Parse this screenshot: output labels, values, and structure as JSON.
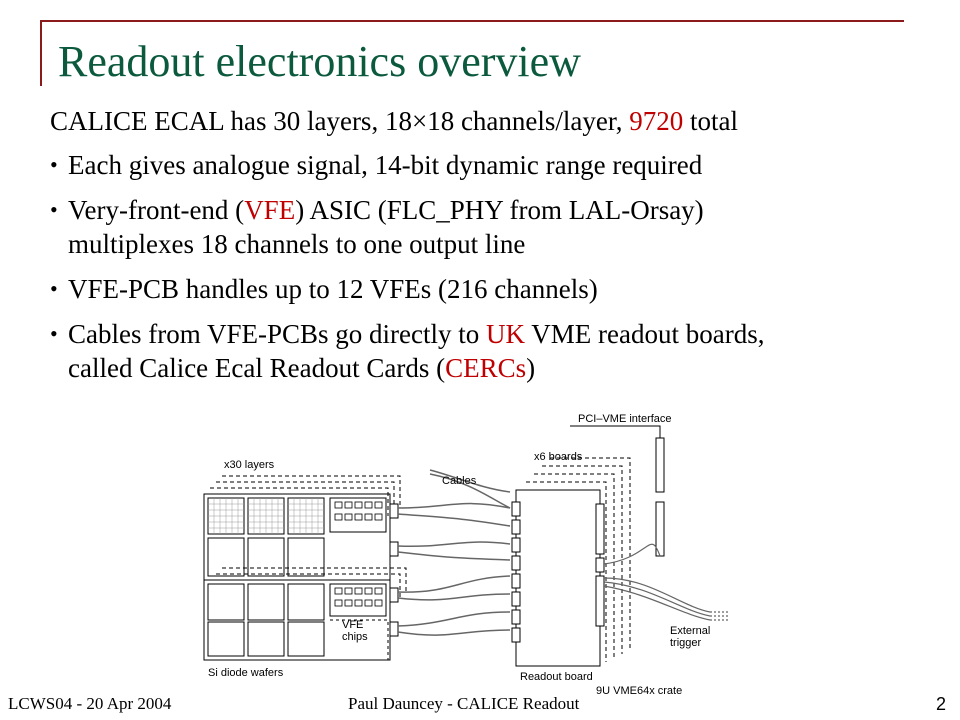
{
  "slide": {
    "title": "Readout electronics overview",
    "intro": {
      "part1": "CALICE ECAL has 30 layers, 18",
      "times": "×",
      "part2": "18 channels/layer, ",
      "highlight": "9720",
      "part3": " total"
    },
    "bullets": [
      {
        "text": "Each gives analogue signal, 14-bit dynamic range required"
      },
      {
        "pre": "Very-front-end (",
        "red": "VFE",
        "post": ") ASIC (FLC_PHY from LAL-Orsay)",
        "line2": "multiplexes 18 channels to one output line"
      },
      {
        "text": "VFE-PCB handles up to 12 VFEs (216 channels)"
      },
      {
        "pre": "Cables from VFE-PCBs go directly to ",
        "red": "UK",
        "post": " VME readout boards,",
        "line2_pre": "called Calice Ecal Readout Cards (",
        "line2_red": "CERCs",
        "line2_post": ")"
      }
    ],
    "bullet_char": "•"
  },
  "diagram": {
    "labels": {
      "layers": "x30 layers",
      "cables": "Cables",
      "boards": "x6 boards",
      "pci": "PCI–VME interface",
      "vfe": "VFE",
      "chips": "chips",
      "wafers": "Si diode wafers",
      "readout_board": "Readout board",
      "external": "External",
      "trigger": "trigger",
      "crate": "9U VME64x crate"
    }
  },
  "footer": {
    "left": "LCWS04 - 20 Apr 2004",
    "center": "Paul Dauncey - CALICE Readout",
    "page": "2"
  },
  "colors": {
    "title": "#0c5a3d",
    "accent": "#c00000",
    "frame": "#8b1a1a"
  }
}
